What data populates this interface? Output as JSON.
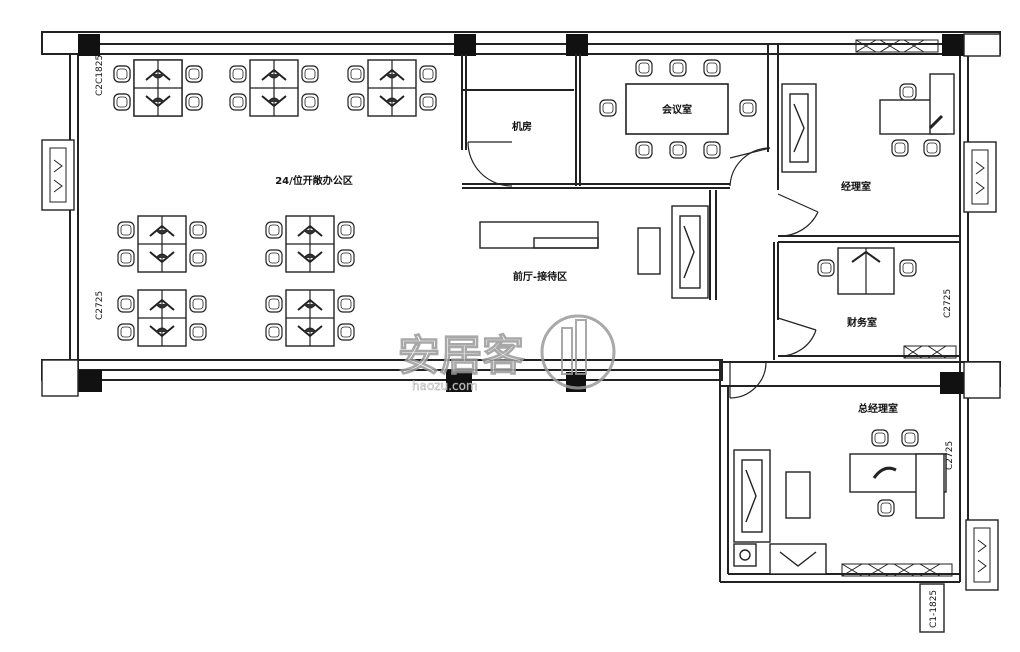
{
  "rooms": {
    "open_office": "24/位开敞办公区",
    "machine_room": "机房",
    "meeting_room": "会议室",
    "manager_office": "经理室",
    "lobby": "前厅-接待区",
    "finance_room": "财务室",
    "gm_office": "总经理室"
  },
  "dimensions": {
    "window_top_left": "C2C1825",
    "window_left_lower": "C2725",
    "window_finance": "C2725",
    "window_gm": "C2725",
    "door_bottom_right": "C1-1825"
  },
  "watermark": {
    "text": "安居客",
    "url": "haozu.com"
  },
  "colors": {
    "line": "#222222",
    "column": "#111111",
    "watermark": "#9a9a9a"
  }
}
